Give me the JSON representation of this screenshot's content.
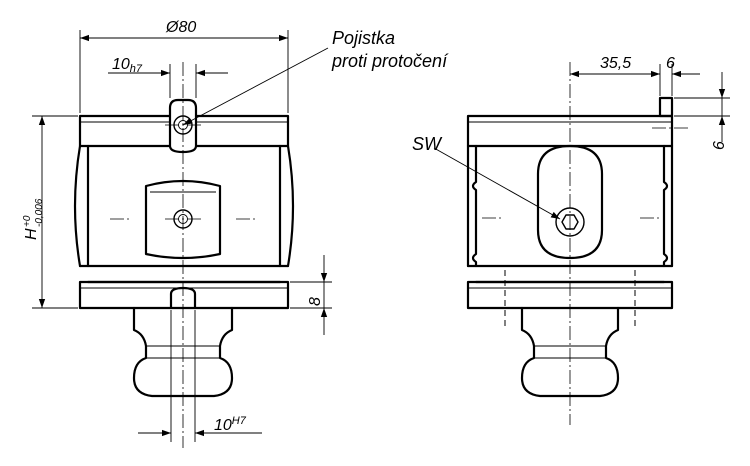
{
  "figure": {
    "left_view": {
      "diameter_label": "Ø80",
      "pin_width_label": "10",
      "pin_width_tol": "h7",
      "height_label": "H",
      "height_tol_upper": "+0",
      "height_tol_lower": "-0,006",
      "flange_label": "8",
      "slot_width_label": "10",
      "slot_width_tol": "H7"
    },
    "callout": {
      "line1": "Pojistka",
      "line2": "proti protočení"
    },
    "right_view": {
      "offset_label": "35,5",
      "pin_length_label": "6",
      "pin_height_label": "6",
      "wrench_label": "SW"
    }
  }
}
